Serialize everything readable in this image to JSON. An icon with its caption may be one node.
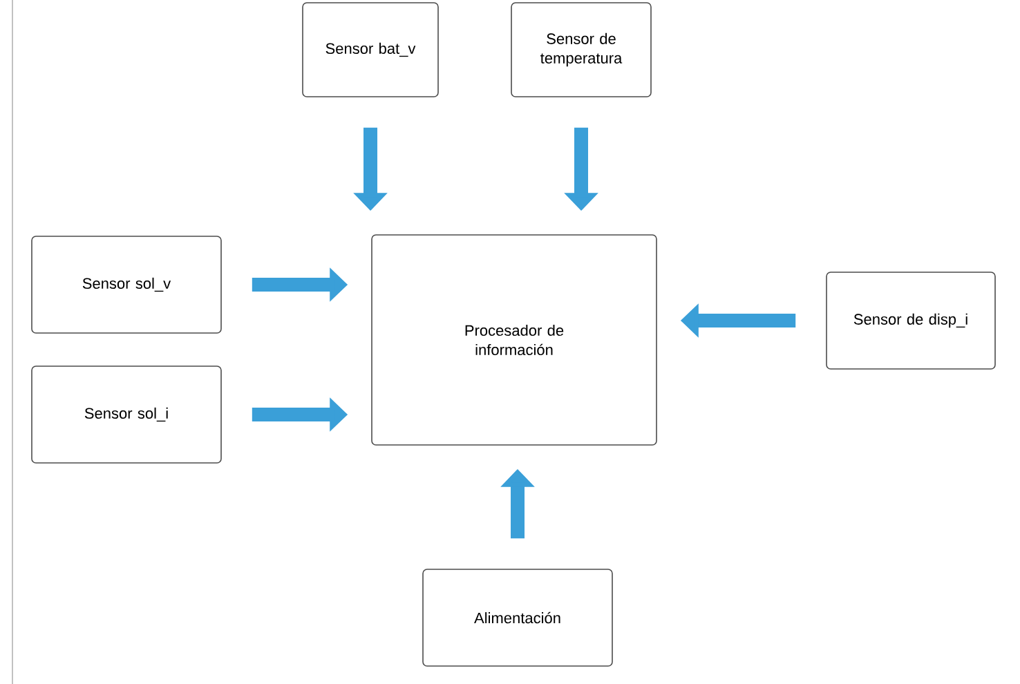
{
  "diagram": {
    "nodes": [
      {
        "text": [
          "Sensor bat_v"
        ]
      },
      {
        "text": [
          "Sensor de temperatura"
        ]
      },
      {
        "text": [
          "Sensor  sol_v"
        ]
      },
      {
        "text": [
          "Sensor sol_i"
        ]
      },
      {
        "text": [
          "Procesador de información"
        ]
      },
      {
        "text": [
          "Sensor de disp_i"
        ]
      },
      {
        "text": [
          "Alimentación"
        ]
      }
    ],
    "edges": [
      {
        "from": 0,
        "to": 4,
        "arrow": "to"
      },
      {
        "from": 1,
        "to": 4,
        "arrow": "to"
      },
      {
        "from": 2,
        "to": 4,
        "arrow": "to"
      },
      {
        "from": 3,
        "to": 4,
        "arrow": "to"
      },
      {
        "from": 5,
        "to": 4,
        "arrow": "to"
      },
      {
        "from": 6,
        "to": 4,
        "arrow": "to"
      }
    ]
  }
}
